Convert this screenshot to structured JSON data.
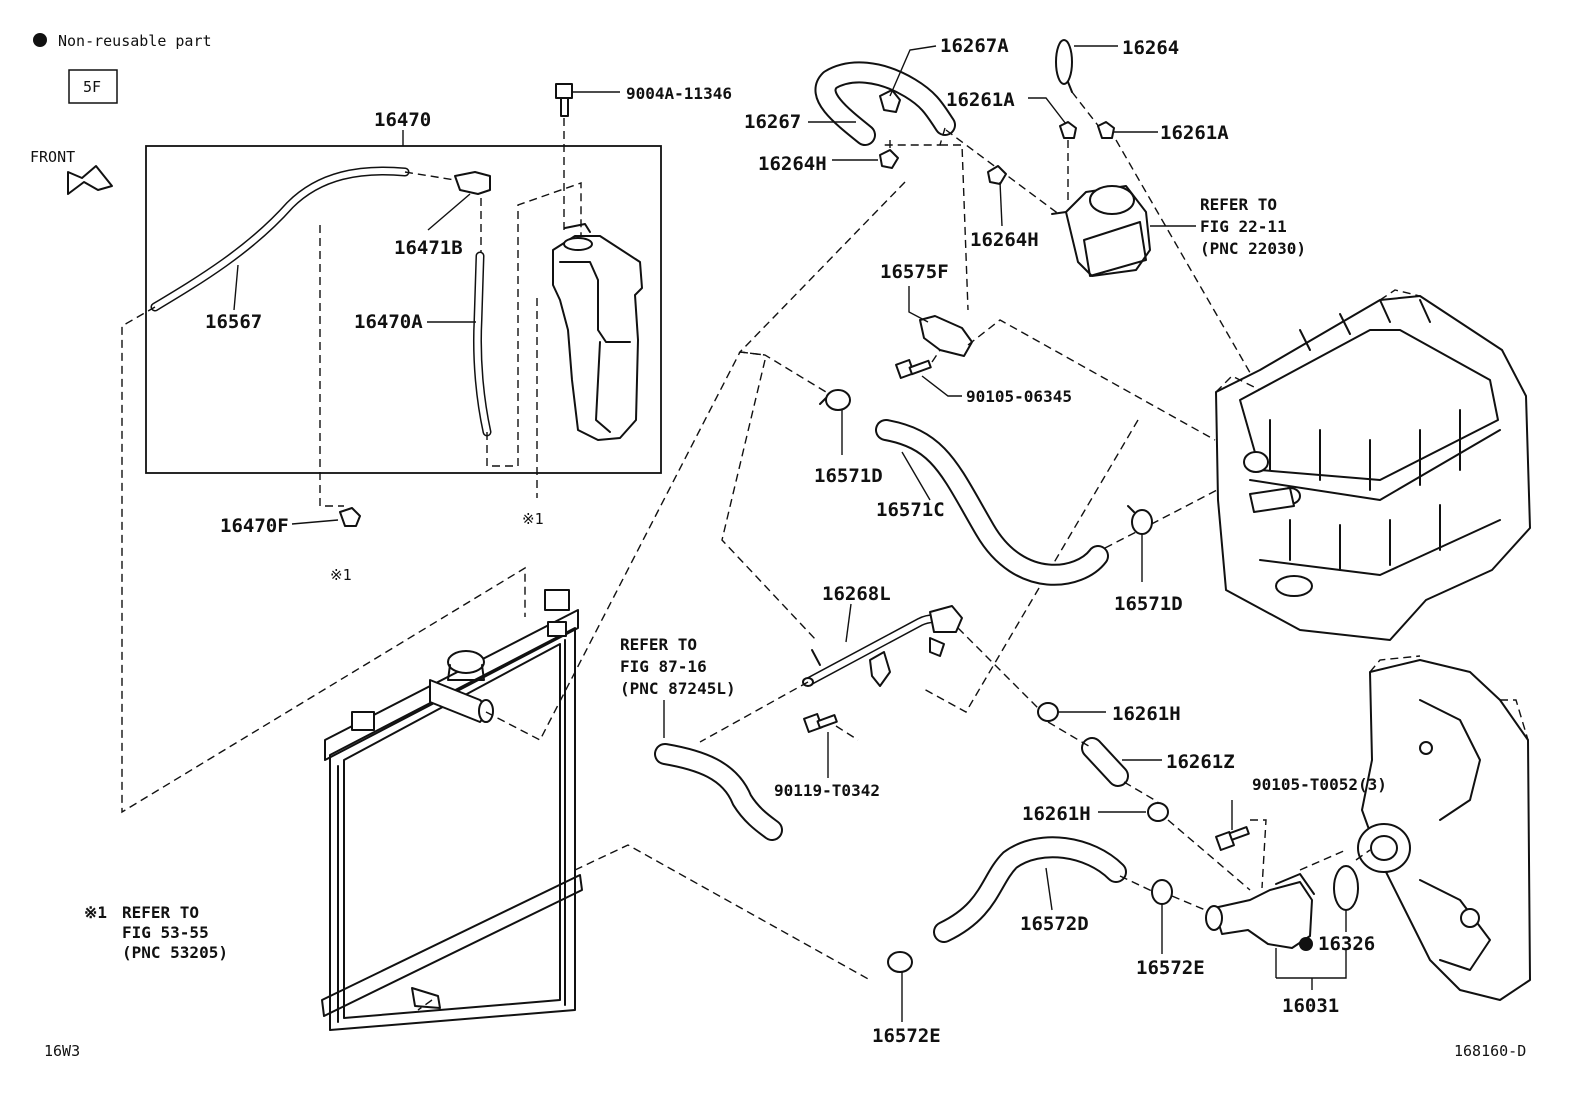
{
  "legend": {
    "text": "Non-reusable part"
  },
  "section_code": "5F",
  "front_label": "FRONT",
  "parts": {
    "p16470": "16470",
    "p9004A": "9004A-11346",
    "p16471B": "16471B",
    "p16567": "16567",
    "p16470A": "16470A",
    "p16470F": "16470F",
    "p16267A": "16267A",
    "p16264": "16264",
    "p16261A_1": "16261A",
    "p16261A_2": "16261A",
    "p16267": "16267",
    "p16264H_1": "16264H",
    "p16264H_2": "16264H",
    "p16575F": "16575F",
    "p90105_06345": "90105-06345",
    "p16571D_1": "16571D",
    "p16571C": "16571C",
    "p16571D_2": "16571D",
    "p16268L": "16268L",
    "p16261H_1": "16261H",
    "p16261Z": "16261Z",
    "p16261H_2": "16261H",
    "p90119": "90119-T0342",
    "p90105_T0052": "90105-T0052(3)",
    "p16572D": "16572D",
    "p16572E_1": "16572E",
    "p16572E_2": "16572E",
    "p16326": "16326",
    "p16031": "16031"
  },
  "refs": {
    "ref1": [
      "REFER TO",
      "FIG 22-11",
      "(PNC 22030)"
    ],
    "ref2": [
      "REFER TO",
      "FIG 87-16",
      "(PNC 87245L)"
    ],
    "ref3": [
      "REFER TO",
      "FIG 53-55",
      "(PNC 53205)"
    ],
    "ref3_mark": "※1"
  },
  "marks": {
    "m1": "※1",
    "m2": "※1"
  },
  "footer": {
    "left": "16W3",
    "right": "168160-D"
  }
}
